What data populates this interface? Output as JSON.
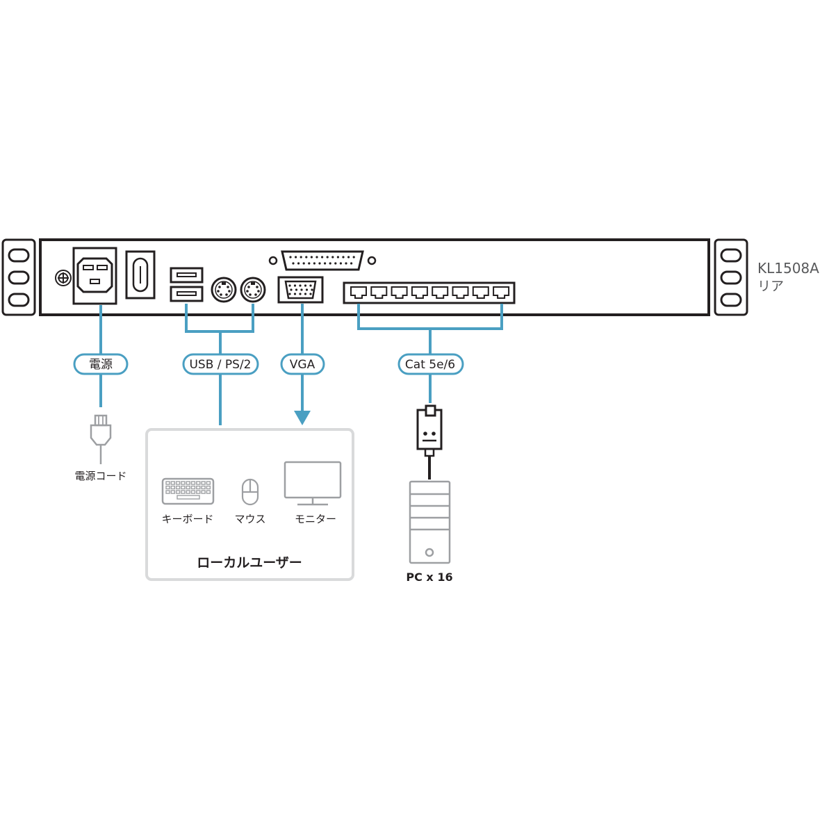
{
  "device": {
    "model": "KL1508A",
    "side": "リア"
  },
  "connections": {
    "power": "電源",
    "usb_ps2": "USB / PS/2",
    "vga": "VGA",
    "cat": "Cat 5e/6"
  },
  "power_cord": "電源コード",
  "local_user": {
    "title": "ローカルユーザー",
    "keyboard": "キーボード",
    "mouse": "マウス",
    "monitor": "モニター"
  },
  "pc": "PC x 16",
  "colors": {
    "line": "#4a9fc2",
    "stroke": "#231f20",
    "device_gray": "#9d9fa2",
    "box_border": "#d9dadb"
  }
}
